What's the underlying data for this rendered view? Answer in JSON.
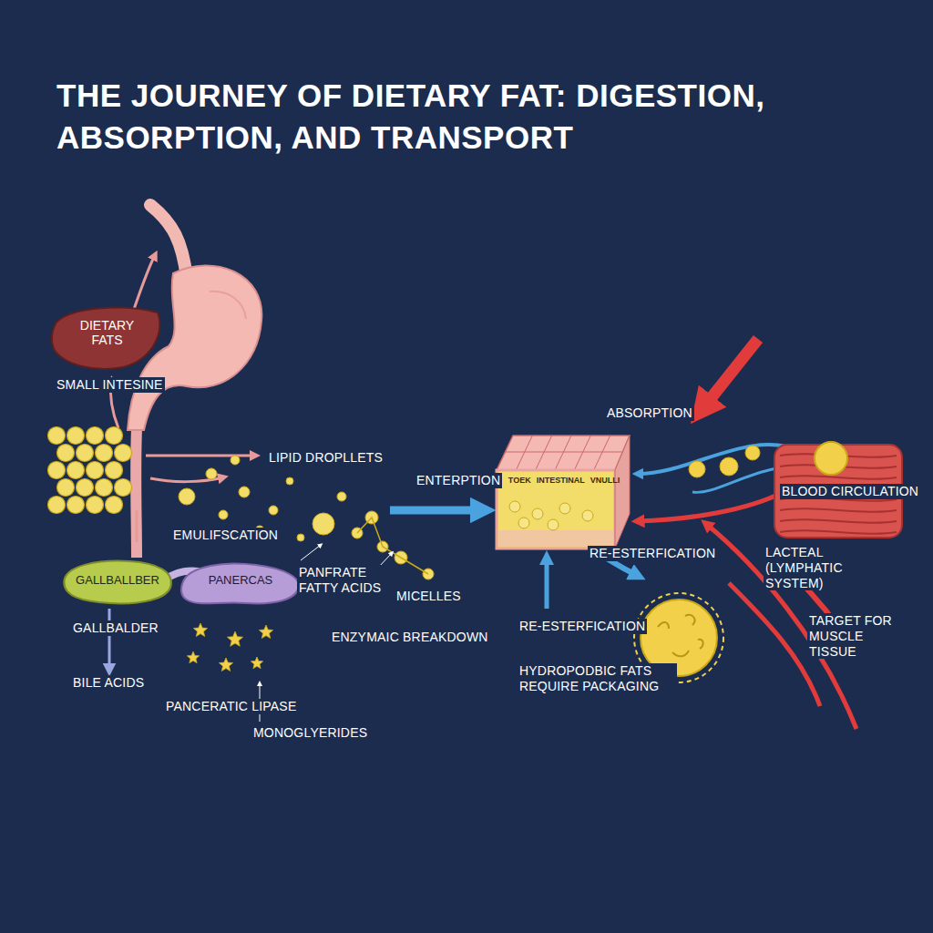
{
  "diagram": {
    "title": "THE JOURNEY OF DIETARY FAT: DIGESTION, ABSORPTION, AND TRANSPORT",
    "nodes": [
      {
        "text": [
          "DIETARY FATS"
        ]
      },
      {
        "text": [
          "GALLBALLBER"
        ]
      },
      {
        "text": [
          "PANERCAS"
        ]
      },
      {
        "text": [
          "TOEK",
          "INTESTINAL",
          "VNULLI"
        ]
      }
    ],
    "labels": [
      "SMALL INTESINE",
      "LIPID DROPLLETS",
      "EMULIFSCATION",
      "ENTERPTION",
      "PANFRATE FATTY ACIDS",
      "MICELLES",
      "ENZYMAIC BREAKDOWN",
      "GALLBALDER",
      "BILE ACIDS",
      "PANCERATIC LIPASE",
      "MONOGLYERIDES",
      "ABSORPTION",
      "BLOOD CIRCULATION",
      "LACTEAL (LYMPHATIC SYSTEM)",
      "RE-ESTERFICATION",
      "RE-ESTERFICATION",
      "HYDROPODBIC FATS REQUIRE PACKAGING",
      "TARGET FOR MUSCLE TISSUE"
    ]
  }
}
